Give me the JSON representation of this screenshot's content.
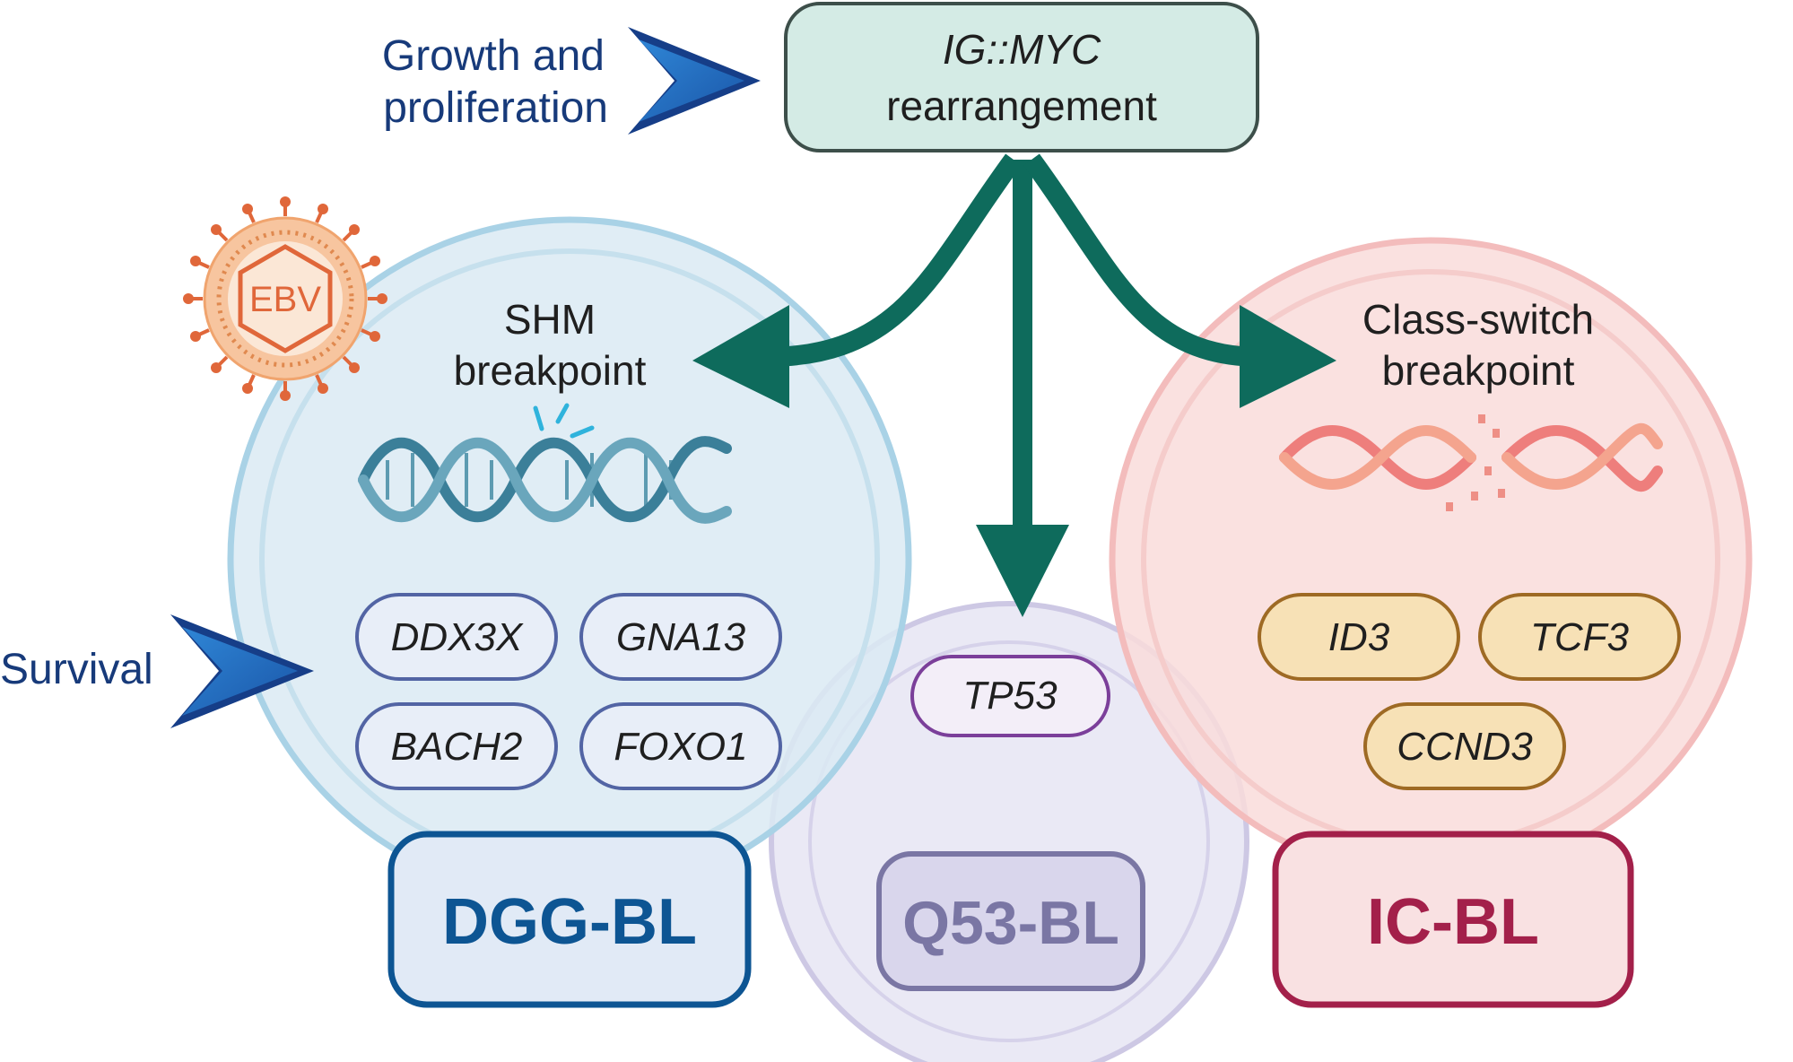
{
  "top_node": {
    "line1": "IG::MYC",
    "line2": "rearrangement"
  },
  "left_labels": {
    "growth_line1": "Growth and",
    "growth_line2": "proliferation",
    "survival": "Survival"
  },
  "ebv_label": "EBV",
  "shm": {
    "line1": "SHM",
    "line2": "breakpoint"
  },
  "class_switch": {
    "line1": "Class-switch",
    "line2": "breakpoint"
  },
  "dgg_genes": [
    "DDX3X",
    "GNA13",
    "BACH2",
    "FOXO1"
  ],
  "q53_genes": [
    "TP53"
  ],
  "ic_genes": [
    "ID3",
    "TCF3",
    "CCND3"
  ],
  "subtypes": {
    "dgg": "DGG-BL",
    "q53": "Q53-BL",
    "ic": "IC-BL"
  },
  "colors": {
    "blue_circle": "#dbeaf3",
    "blue_ring": "#a9d2e6",
    "pink_circle": "#f9dcdb",
    "pink_ring": "#f3bcbc",
    "purple_circle": "#e2e0f0",
    "purple_ring": "#cdc8e4",
    "arrow_green": "#0e6b5c",
    "top_box_fill": "#d4ebe5",
    "top_box_stroke": "#3d4f4a",
    "navy_text": "#173a7a",
    "dgg_accent": "#0d5593",
    "q53_accent": "#7a76a4",
    "ic_accent": "#a3204a",
    "ebv_orange": "#e0673a"
  }
}
